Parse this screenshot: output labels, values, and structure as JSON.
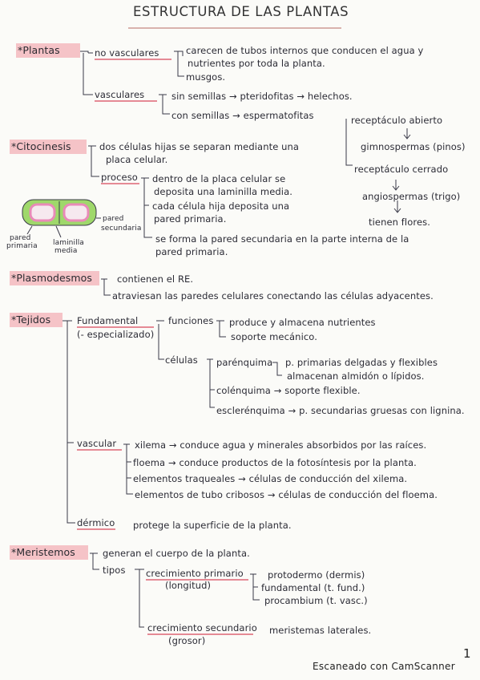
{
  "title": "ESTRUCTURA DE LAS PLANTAS",
  "plantas": {
    "head": "*Plantas",
    "no_vasculares": "no vasculares",
    "nv_desc_1": "carecen de tubos internos que conducen el agua y",
    "nv_desc_2": "nutrientes por toda la planta.",
    "nv_musgos": "musgos.",
    "vasculares": "vasculares",
    "sin_semillas": "sin semillas → pteridofitas → helechos.",
    "con_semillas": "con semillas → espermatofitas",
    "receptaculo_abierto": "receptáculo abierto",
    "gimnospermas": "gimnospermas (pinos)",
    "receptaculo_cerrado": "receptáculo cerrado",
    "angiospermas": "angiospermas (trigo)",
    "tienen_flores": "tienen flores."
  },
  "citocinesis": {
    "head": "*Citocinesis",
    "desc_1": "dos células hijas se separan mediante una",
    "desc_2": "placa celular.",
    "proceso": "proceso",
    "p1a": "dentro de la placa celular se",
    "p1b": "deposita una laminilla media.",
    "p2a": "cada célula hija deposita una",
    "p2b": "pared primaria.",
    "p3a": "se forma la pared secundaria en la parte interna de la",
    "p3b": "pared primaria.",
    "lbl_pared_secundaria_1": "pared",
    "lbl_pared_secundaria_2": "secundaria",
    "lbl_pared_primaria_1": "pared",
    "lbl_pared_primaria_2": "primaria",
    "lbl_laminilla_1": "laminilla",
    "lbl_laminilla_2": "media"
  },
  "plasmodesmos": {
    "head": "*Plasmodesmos",
    "d1": "contienen el RE.",
    "d2": "atraviesan las paredes celulares conectando las células adyacentes."
  },
  "tejidos": {
    "head": "*Tejidos",
    "fundamental": "Fundamental",
    "menos_especializado": "(- especializado)",
    "funciones": "funciones",
    "f1": "produce y almacena nutrientes",
    "f2": "soporte mecánico.",
    "celulas": "células",
    "parenquima": "parénquima",
    "par1": "p. primarias delgadas y flexibles",
    "par2": "almacenan almidón o lípidos.",
    "colenquima": "colénquima → soporte flexible.",
    "esclerenquima": "esclerénquima → p. secundarias gruesas con lignina.",
    "vascular": "vascular",
    "v1": "xilema → conduce agua y minerales absorbidos por las raíces.",
    "v2": "floema → conduce productos de la fotosíntesis por la planta.",
    "v3": "elementos traqueales → células de conducción del xilema.",
    "v4": "elementos de tubo cribosos → células de conducción del floema.",
    "dermico": "dérmico",
    "dermico_desc": "protege la superficie de la planta."
  },
  "meristemos": {
    "head": "*Meristemos",
    "d1": "generan el cuerpo de la planta.",
    "tipos": "tipos",
    "primario": "crecimiento primario",
    "longitud": "(longitud)",
    "protodermo": "protodermo (dermis)",
    "fundamental": "fundamental (t. fund.)",
    "procambium": "procambium (t. vasc.)",
    "secundario": "crecimiento secundario",
    "grosor": "(grosor)",
    "laterales": "meristemas laterales."
  },
  "footer": {
    "scanner": "Escaneado con CamScanner",
    "page": "1"
  },
  "colors": {
    "highlight": "#f3b9be",
    "underline": "#e58a95",
    "ink": "#2b2b35",
    "cell_green": "#9fd86b",
    "cell_pink": "#e98ab8"
  }
}
